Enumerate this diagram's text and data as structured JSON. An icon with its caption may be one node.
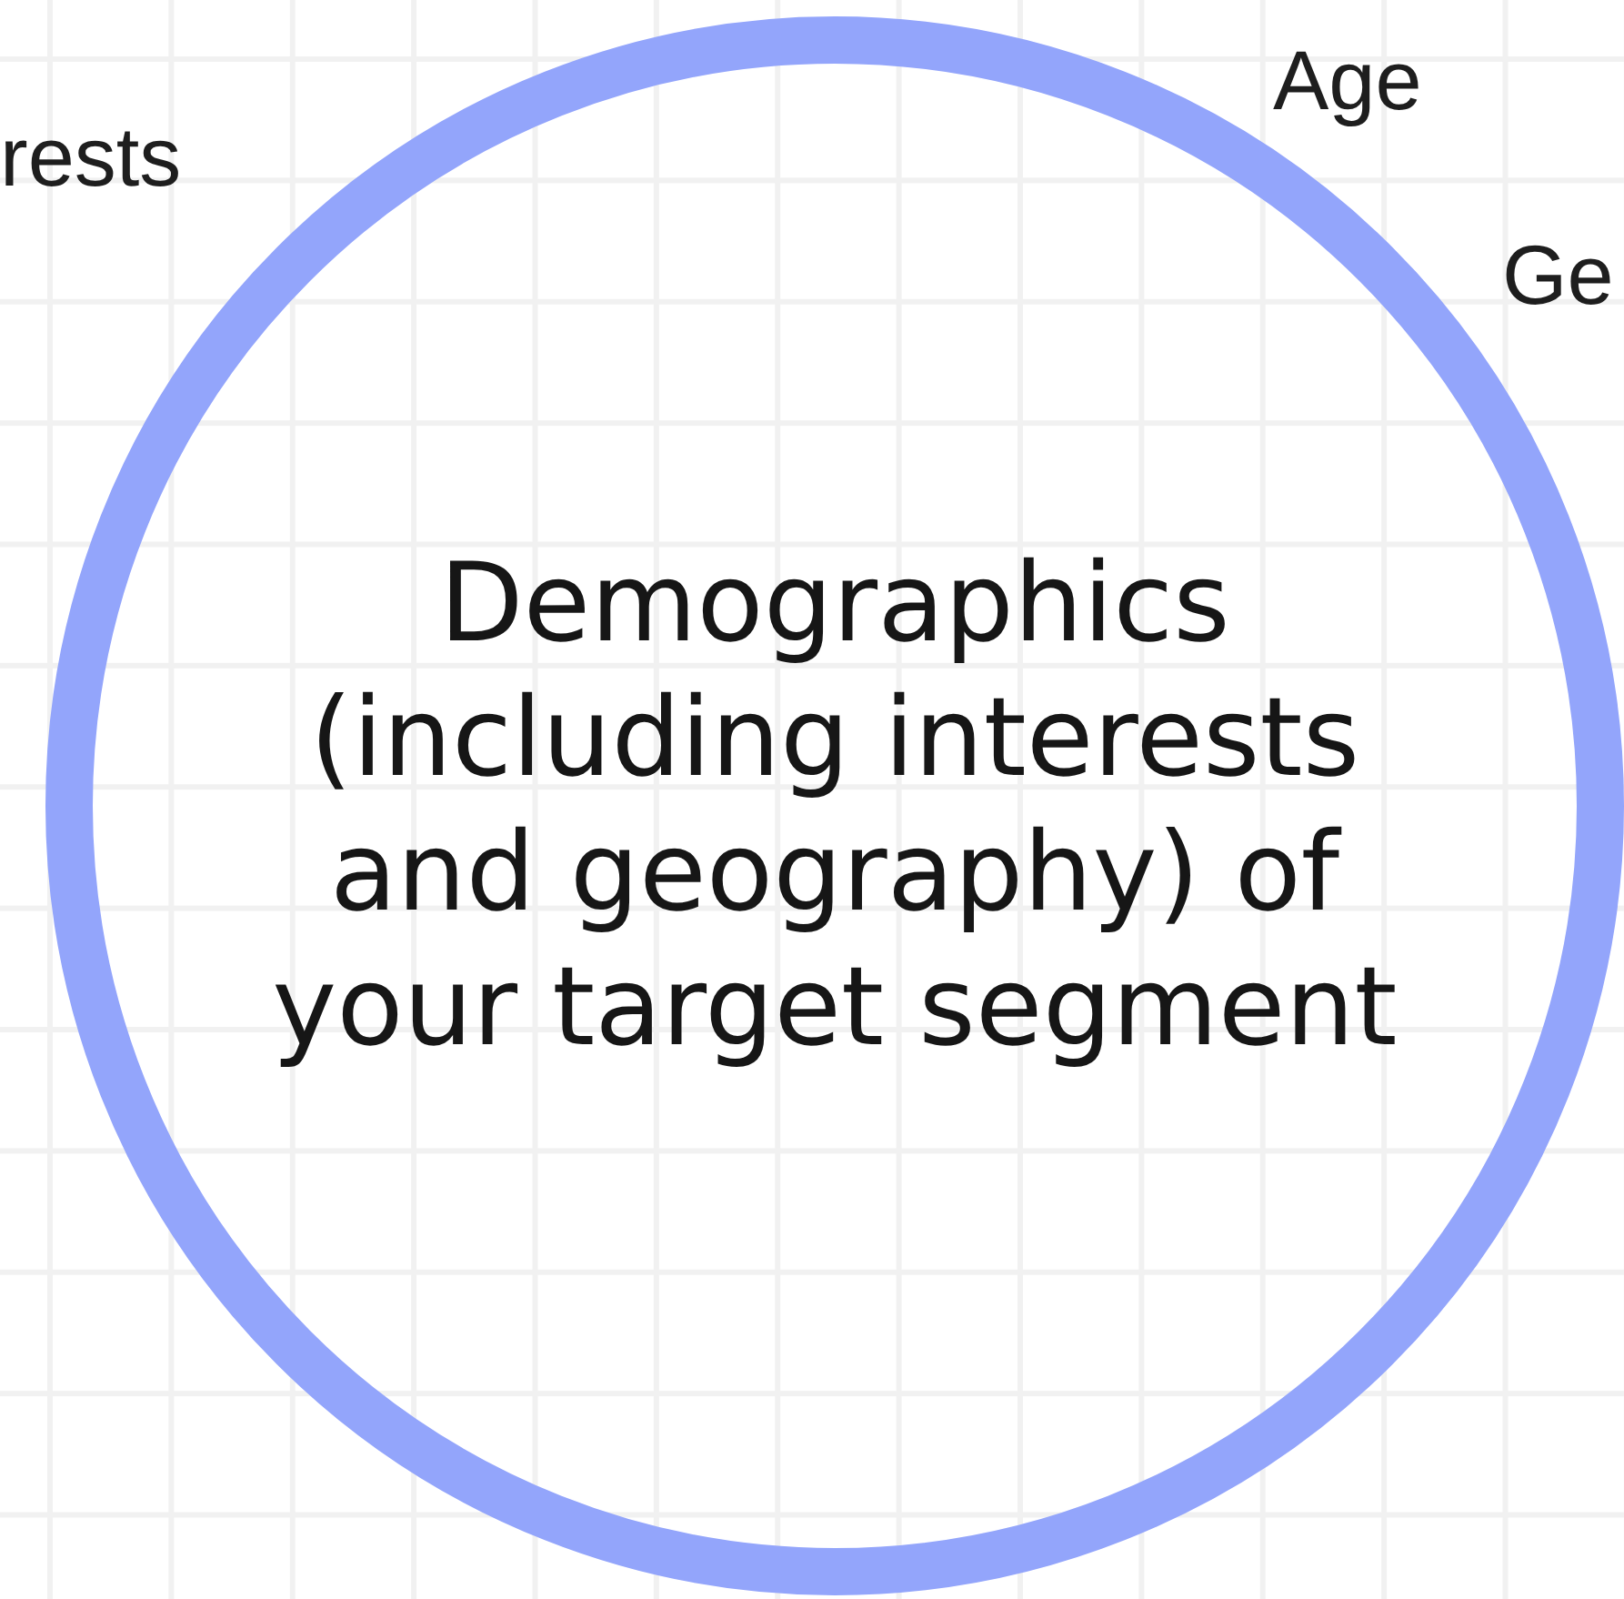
{
  "diagram": {
    "nodes": [
      {
        "text": [
          "Demographics (including interests and geography) of your target segment"
        ]
      }
    ],
    "labels": [
      "rests",
      "Age",
      "Ge"
    ]
  }
}
